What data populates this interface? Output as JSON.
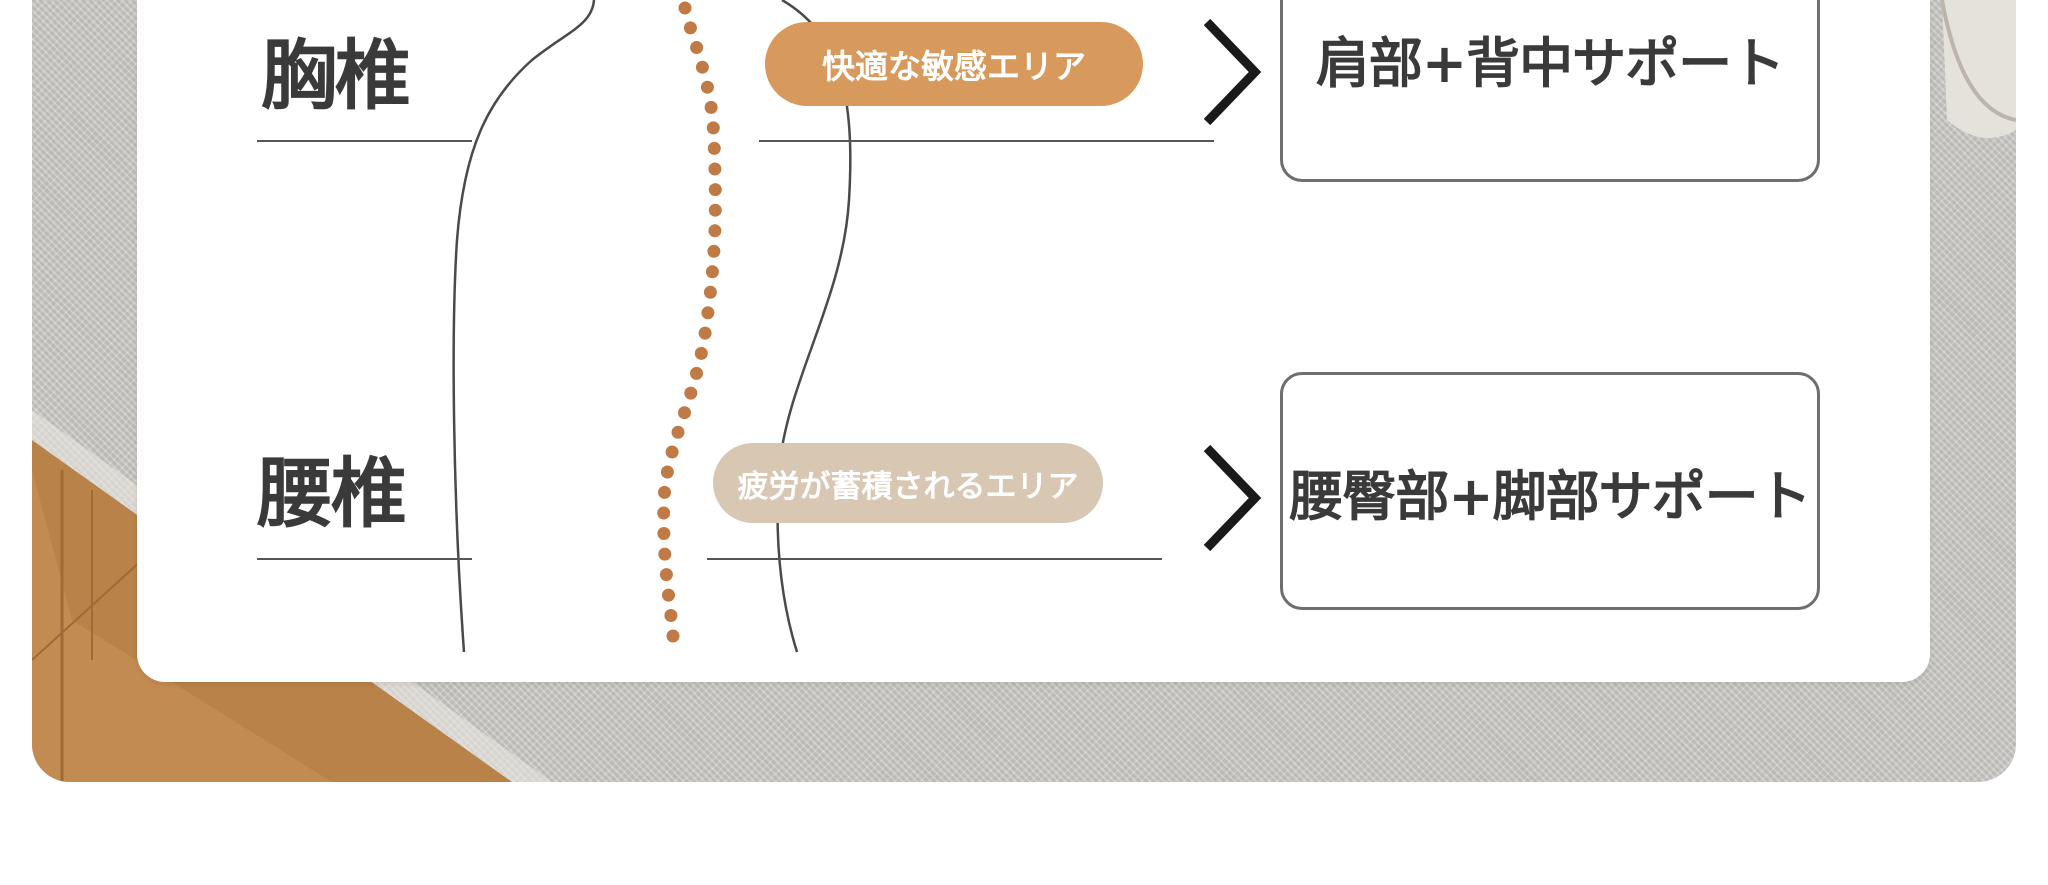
{
  "sections": [
    {
      "id": "thoracic",
      "label": "胸椎",
      "zone_text": "快適な敏感エリア",
      "support_text": "肩部+背中サポート"
    },
    {
      "id": "lumbar",
      "label": "腰椎",
      "zone_text": "疲労が蓄積されるエリア",
      "support_text": "腰臀部+脚部サポート"
    }
  ],
  "icons": {
    "arrow": "chevron-right-icon",
    "spine": "spine-dots-icon",
    "body": "body-silhouette-icon"
  },
  "colors": {
    "accent_orange": "#d89a5c",
    "accent_beige": "#d8c7b3",
    "spine_dot": "#c07a45",
    "text_dark": "#3a3a3a",
    "floor_wood": "#b98248",
    "fabric_gray": "#c9c7c3"
  }
}
